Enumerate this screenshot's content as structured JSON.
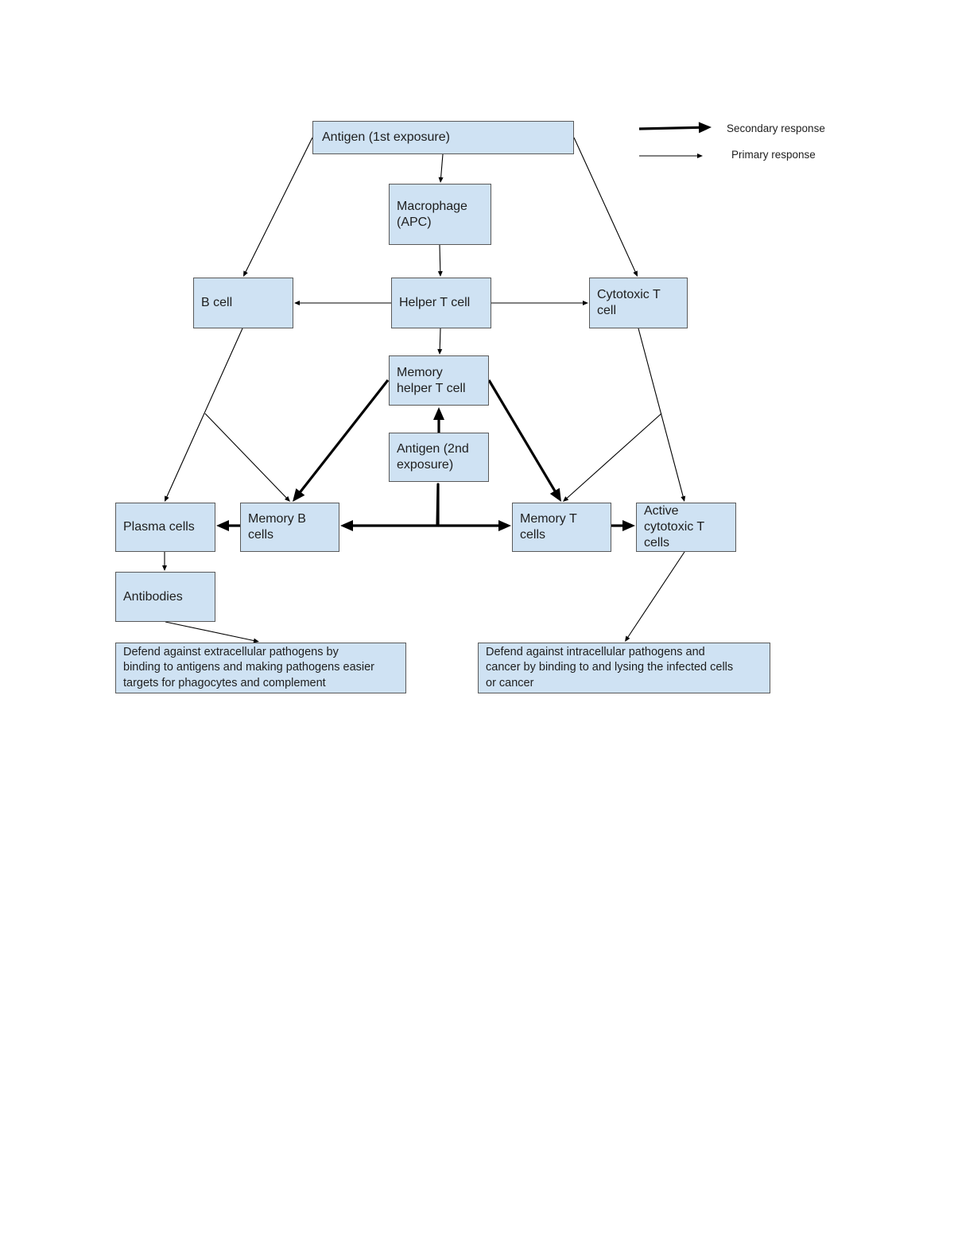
{
  "nodes": {
    "antigen_1st": "Antigen (1st exposure)",
    "macrophage": "Macrophage\n(APC)",
    "b_cell": "B cell",
    "helper_t": "Helper T cell",
    "cytotoxic_t": "Cytotoxic T\ncell",
    "memory_helper_t": "Memory\nhelper T cell",
    "antigen_2nd": "Antigen (2nd\nexposure)",
    "plasma_cells": "Plasma cells",
    "memory_b": "Memory B\ncells",
    "memory_t": "Memory T\ncells",
    "active_cytotoxic_t": "Active\ncytotoxic T\ncells",
    "antibodies": "Antibodies",
    "extracellular_defense": "Defend against extracellular pathogens by\nbinding to antigens and making pathogens easier\ntargets for phagocytes and complement",
    "intracellular_defense": "Defend against intracellular pathogens and\ncancer by binding to and lysing the infected cells\nor cancer"
  },
  "legend": {
    "secondary": "Secondary response",
    "primary": "Primary response"
  },
  "edges": [
    {
      "from": "antigen_1st",
      "to": "macrophage",
      "type": "primary"
    },
    {
      "from": "macrophage",
      "to": "helper_t",
      "type": "primary"
    },
    {
      "from": "antigen_1st",
      "to": "b_cell",
      "type": "primary"
    },
    {
      "from": "antigen_1st",
      "to": "cytotoxic_t",
      "type": "primary"
    },
    {
      "from": "helper_t",
      "to": "b_cell",
      "type": "primary"
    },
    {
      "from": "helper_t",
      "to": "cytotoxic_t",
      "type": "primary"
    },
    {
      "from": "helper_t",
      "to": "memory_helper_t",
      "type": "primary"
    },
    {
      "from": "b_cell",
      "to": "plasma_cells",
      "type": "primary"
    },
    {
      "from": "b_cell",
      "to": "memory_b",
      "type": "primary"
    },
    {
      "from": "cytotoxic_t",
      "to": "active_cytotoxic_t",
      "type": "primary"
    },
    {
      "from": "cytotoxic_t",
      "to": "memory_t",
      "type": "primary"
    },
    {
      "from": "plasma_cells",
      "to": "antibodies",
      "type": "primary"
    },
    {
      "from": "antibodies",
      "to": "extracellular_defense",
      "type": "primary"
    },
    {
      "from": "active_cytotoxic_t",
      "to": "intracellular_defense",
      "type": "primary"
    },
    {
      "from": "antigen_2nd",
      "to": "memory_helper_t",
      "type": "secondary"
    },
    {
      "from": "antigen_2nd",
      "to": "memory_b",
      "type": "secondary"
    },
    {
      "from": "antigen_2nd",
      "to": "memory_t",
      "type": "secondary"
    },
    {
      "from": "memory_helper_t",
      "to": "memory_b",
      "type": "secondary"
    },
    {
      "from": "memory_helper_t",
      "to": "memory_t",
      "type": "secondary"
    },
    {
      "from": "memory_b",
      "to": "plasma_cells",
      "type": "secondary"
    },
    {
      "from": "memory_t",
      "to": "active_cytotoxic_t",
      "type": "secondary"
    }
  ],
  "colors": {
    "node_fill": "#cfe2f3",
    "node_border": "#5a5a5a",
    "arrow": "#000000"
  }
}
